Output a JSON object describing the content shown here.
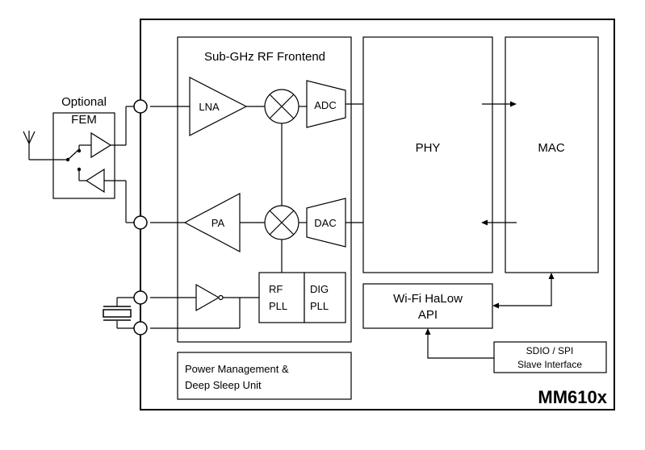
{
  "chip_name": "MM610x",
  "rf_frontend": {
    "title": "Sub-GHz RF Frontend"
  },
  "blocks": {
    "lna": "LNA",
    "pa": "PA",
    "adc": "ADC",
    "dac": "DAC",
    "rf_pll_line1": "RF",
    "rf_pll_line2": "PLL",
    "dig_pll_line1": "DIG",
    "dig_pll_line2": "PLL",
    "phy": "PHY",
    "mac": "MAC",
    "api_line1": "Wi-Fi HaLow",
    "api_line2": "API",
    "slave_line1": "SDIO / SPI",
    "slave_line2": "Slave Interface",
    "power_line1": "Power Management &",
    "power_line2": "Deep Sleep Unit"
  },
  "fem": {
    "label_line1": "Optional",
    "label_line2": "FEM"
  }
}
